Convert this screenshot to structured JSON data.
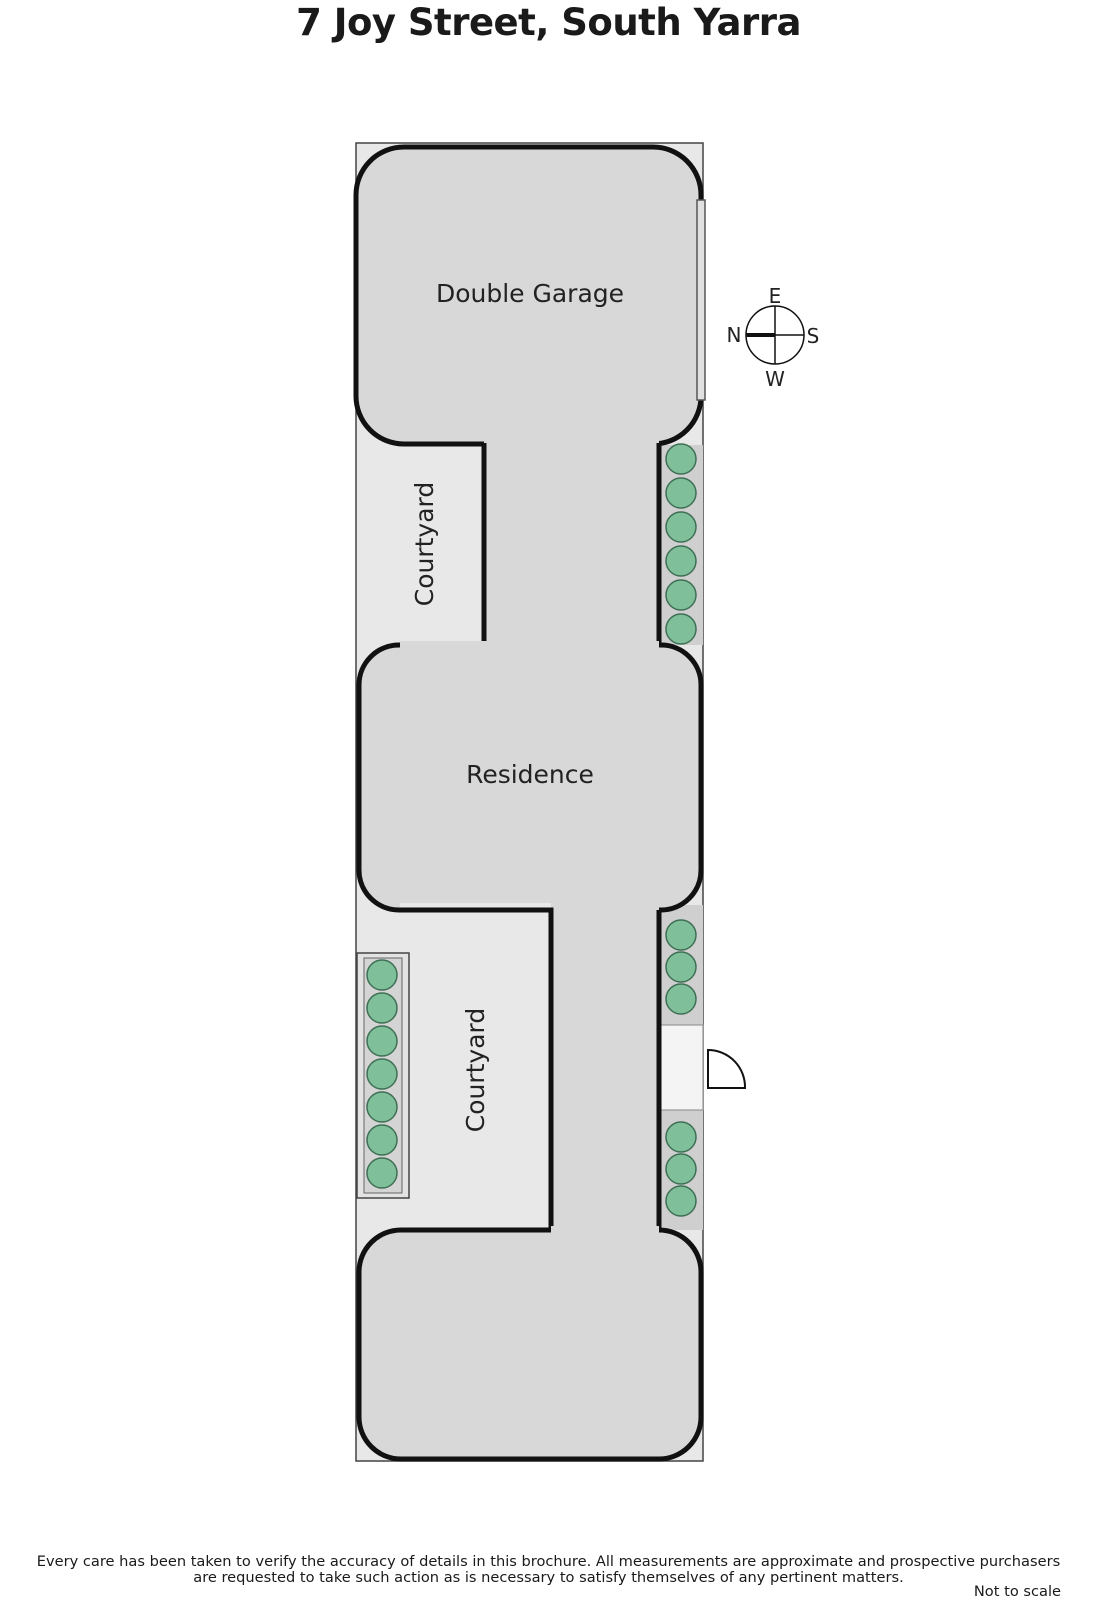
{
  "title": "7 Joy Street, South Yarra",
  "rooms": {
    "garage": "Double Garage",
    "residence": "Residence",
    "courtyard_top": "Courtyard",
    "courtyard_bottom": "Courtyard"
  },
  "compass": {
    "north": "N",
    "south": "S",
    "east": "E",
    "west": "W"
  },
  "disclaimer": {
    "line1": "Every care has been taken to verify the accuracy of details in this brochure.  All measurements are approximate and prospective purchasers",
    "line2": "are requested to take such action as is necessary to satisfy themselves of any pertinent matters."
  },
  "scale_note": "Not to scale",
  "colors": {
    "room_fill": "#d8d8d8",
    "yard_fill": "#e8e8e8",
    "wall": "#111111",
    "plant": "#7fbf9a"
  }
}
